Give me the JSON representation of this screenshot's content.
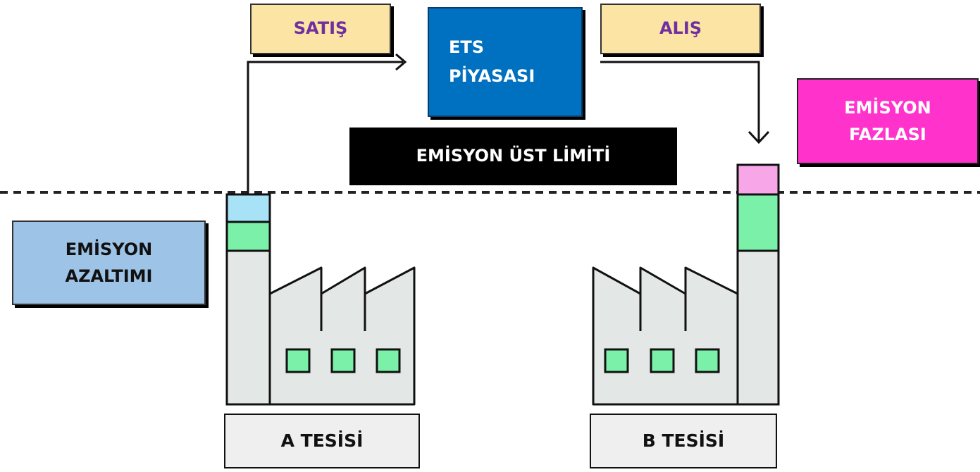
{
  "labels": {
    "sale": "SATIŞ",
    "purchase": "ALIŞ",
    "market_line1": "ETS",
    "market_line2": "PİYASASI",
    "cap": "EMİSYON ÜST LİMİTİ",
    "excess_line1": "EMİSYON",
    "excess_line2": "FAZLASI",
    "reduction_line1": "EMİSYON",
    "reduction_line2": "AZALTIMI",
    "facility_a": "A TESİSİ",
    "facility_b": "B TESİSİ"
  },
  "colors": {
    "sale_purchase_fill": "#fce4a4",
    "sale_purchase_text": "#7030a0",
    "market_fill": "#0070c0",
    "cap_fill": "#000000",
    "excess_fill": "#ff33cc",
    "reduction_fill": "#9dc3e6",
    "factory_body": "#e3e7e5",
    "factory_window": "#7af0a8",
    "chimney_reduction_segment": "#a8e2f7",
    "chimney_excess_segment": "#f7a6e8"
  }
}
